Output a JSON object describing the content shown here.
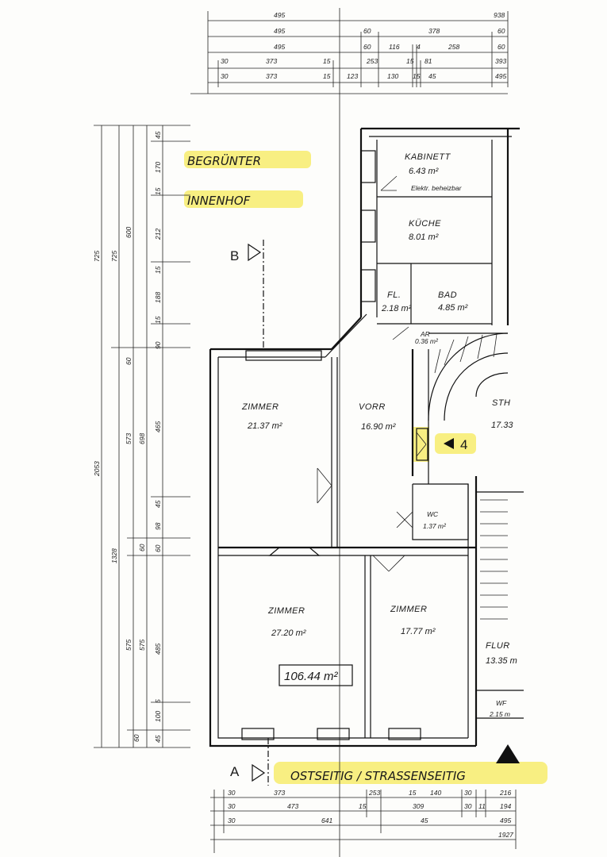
{
  "dimensions": {
    "top": {
      "row1": [
        "495",
        "938"
      ],
      "row2": [
        "495",
        "60",
        "378",
        "60"
      ],
      "row3": [
        "495",
        "60",
        "116",
        "4",
        "258",
        "60"
      ],
      "row4": [
        "30",
        "373",
        "15",
        "253",
        "15",
        "81",
        "393"
      ],
      "row5": [
        "30",
        "373",
        "15",
        "123",
        "130",
        "15",
        "45",
        "495"
      ]
    },
    "left": {
      "outer": [
        "725",
        "2053"
      ],
      "col2": [
        "725",
        "1328"
      ],
      "col3": [
        "600",
        "573",
        "575"
      ],
      "col4": [
        "60",
        "698",
        "60",
        "575",
        "60"
      ],
      "col5": [
        "45",
        "170",
        "15",
        "212",
        "15",
        "188",
        "15",
        "90",
        "465",
        "45",
        "98",
        "60",
        "485",
        "5",
        "100",
        "45"
      ]
    },
    "bottom": {
      "row1": [
        "30",
        "373",
        "253",
        "15",
        "140",
        "30",
        "216"
      ],
      "row2": [
        "30",
        "473",
        "15",
        "309",
        "30",
        "11",
        "194"
      ],
      "row3": [
        "30",
        "641",
        "45",
        "495"
      ],
      "row4": [
        "1927"
      ]
    }
  },
  "rooms": [
    {
      "name": "KABINETT",
      "area": "6.43 m²",
      "note": "Elektr. beheizbar"
    },
    {
      "name": "KÜCHE",
      "area": "8.01 m²"
    },
    {
      "name": "FL.",
      "area": "2.18 m²"
    },
    {
      "name": "BAD",
      "area": "4.85 m²"
    },
    {
      "name": "AR",
      "area": "0.36 m²"
    },
    {
      "name": "ZIMMER",
      "area": "21.37 m²"
    },
    {
      "name": "VORR",
      "area": "16.90 m²"
    },
    {
      "name": "STH",
      "area": "17.33"
    },
    {
      "name": "WC",
      "area": "1.37 m²"
    },
    {
      "name": "ZIMMER",
      "area": "27.20 m²"
    },
    {
      "name": "ZIMMER",
      "area": "17.77 m²"
    },
    {
      "name": "FLUR",
      "area": "13.35 m"
    },
    {
      "name": "WF",
      "area": "2.15 m"
    }
  ],
  "total_area": "106.44 m²",
  "annotations": {
    "courtyard_line1": "BEGRÜNTER",
    "courtyard_line2": "INNENHOF",
    "street_side": "OSTSEITIG / STRASSENSEITIG",
    "entrance_number": "4"
  },
  "section_markers": {
    "top": "B",
    "bottom": "A"
  },
  "colors": {
    "highlight": "#f6ea5a",
    "ink": "#111111",
    "paper": "#fdfdfb"
  }
}
